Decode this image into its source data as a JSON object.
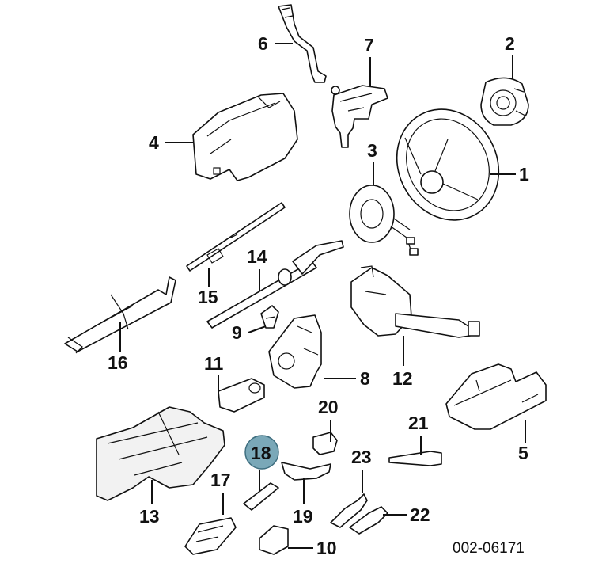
{
  "diagram": {
    "drawing_code": "002-06171",
    "highlighted_label": "18",
    "labels": {
      "l1": "1",
      "l2": "2",
      "l3": "3",
      "l4": "4",
      "l5": "5",
      "l6": "6",
      "l7": "7",
      "l8": "8",
      "l9": "9",
      "l10": "10",
      "l11": "11",
      "l12": "12",
      "l13": "13",
      "l14": "14",
      "l15": "15",
      "l16": "16",
      "l17": "17",
      "l18": "18",
      "l19": "19",
      "l20": "20",
      "l21": "21",
      "l22": "22",
      "l23": "23"
    }
  }
}
